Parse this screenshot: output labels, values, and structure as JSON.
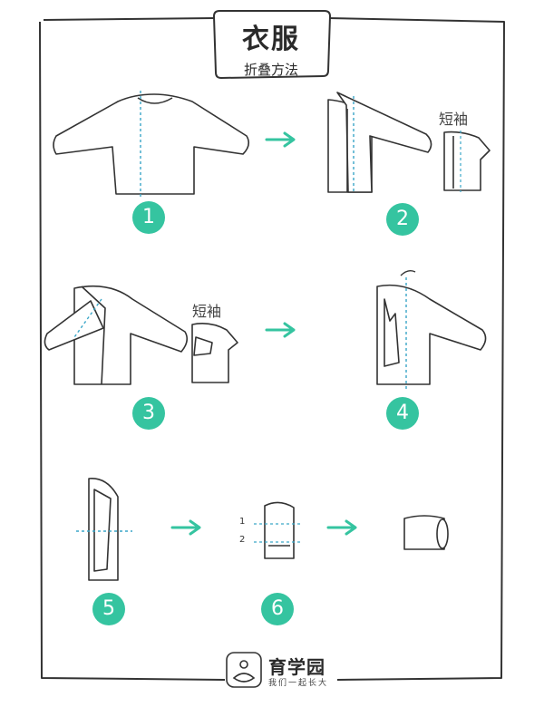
{
  "header": {
    "title": "衣服",
    "subtitle": "折叠方法"
  },
  "labels": {
    "short_sleeve_a": "短袖",
    "short_sleeve_b": "短袖"
  },
  "steps": [
    "1",
    "2",
    "3",
    "4",
    "5",
    "6"
  ],
  "fold_marks": [
    "1",
    "2"
  ],
  "brand": {
    "name": "育学园",
    "slogan": "我们一起长大"
  },
  "colors": {
    "accent": "#35c4a0",
    "arrow": "#35c4a0",
    "fold_line": "#3aa6c8",
    "ink": "#333333"
  },
  "icons": [
    "right-arrow-icon",
    "curved-arrow-icon",
    "brand-logo-icon"
  ]
}
